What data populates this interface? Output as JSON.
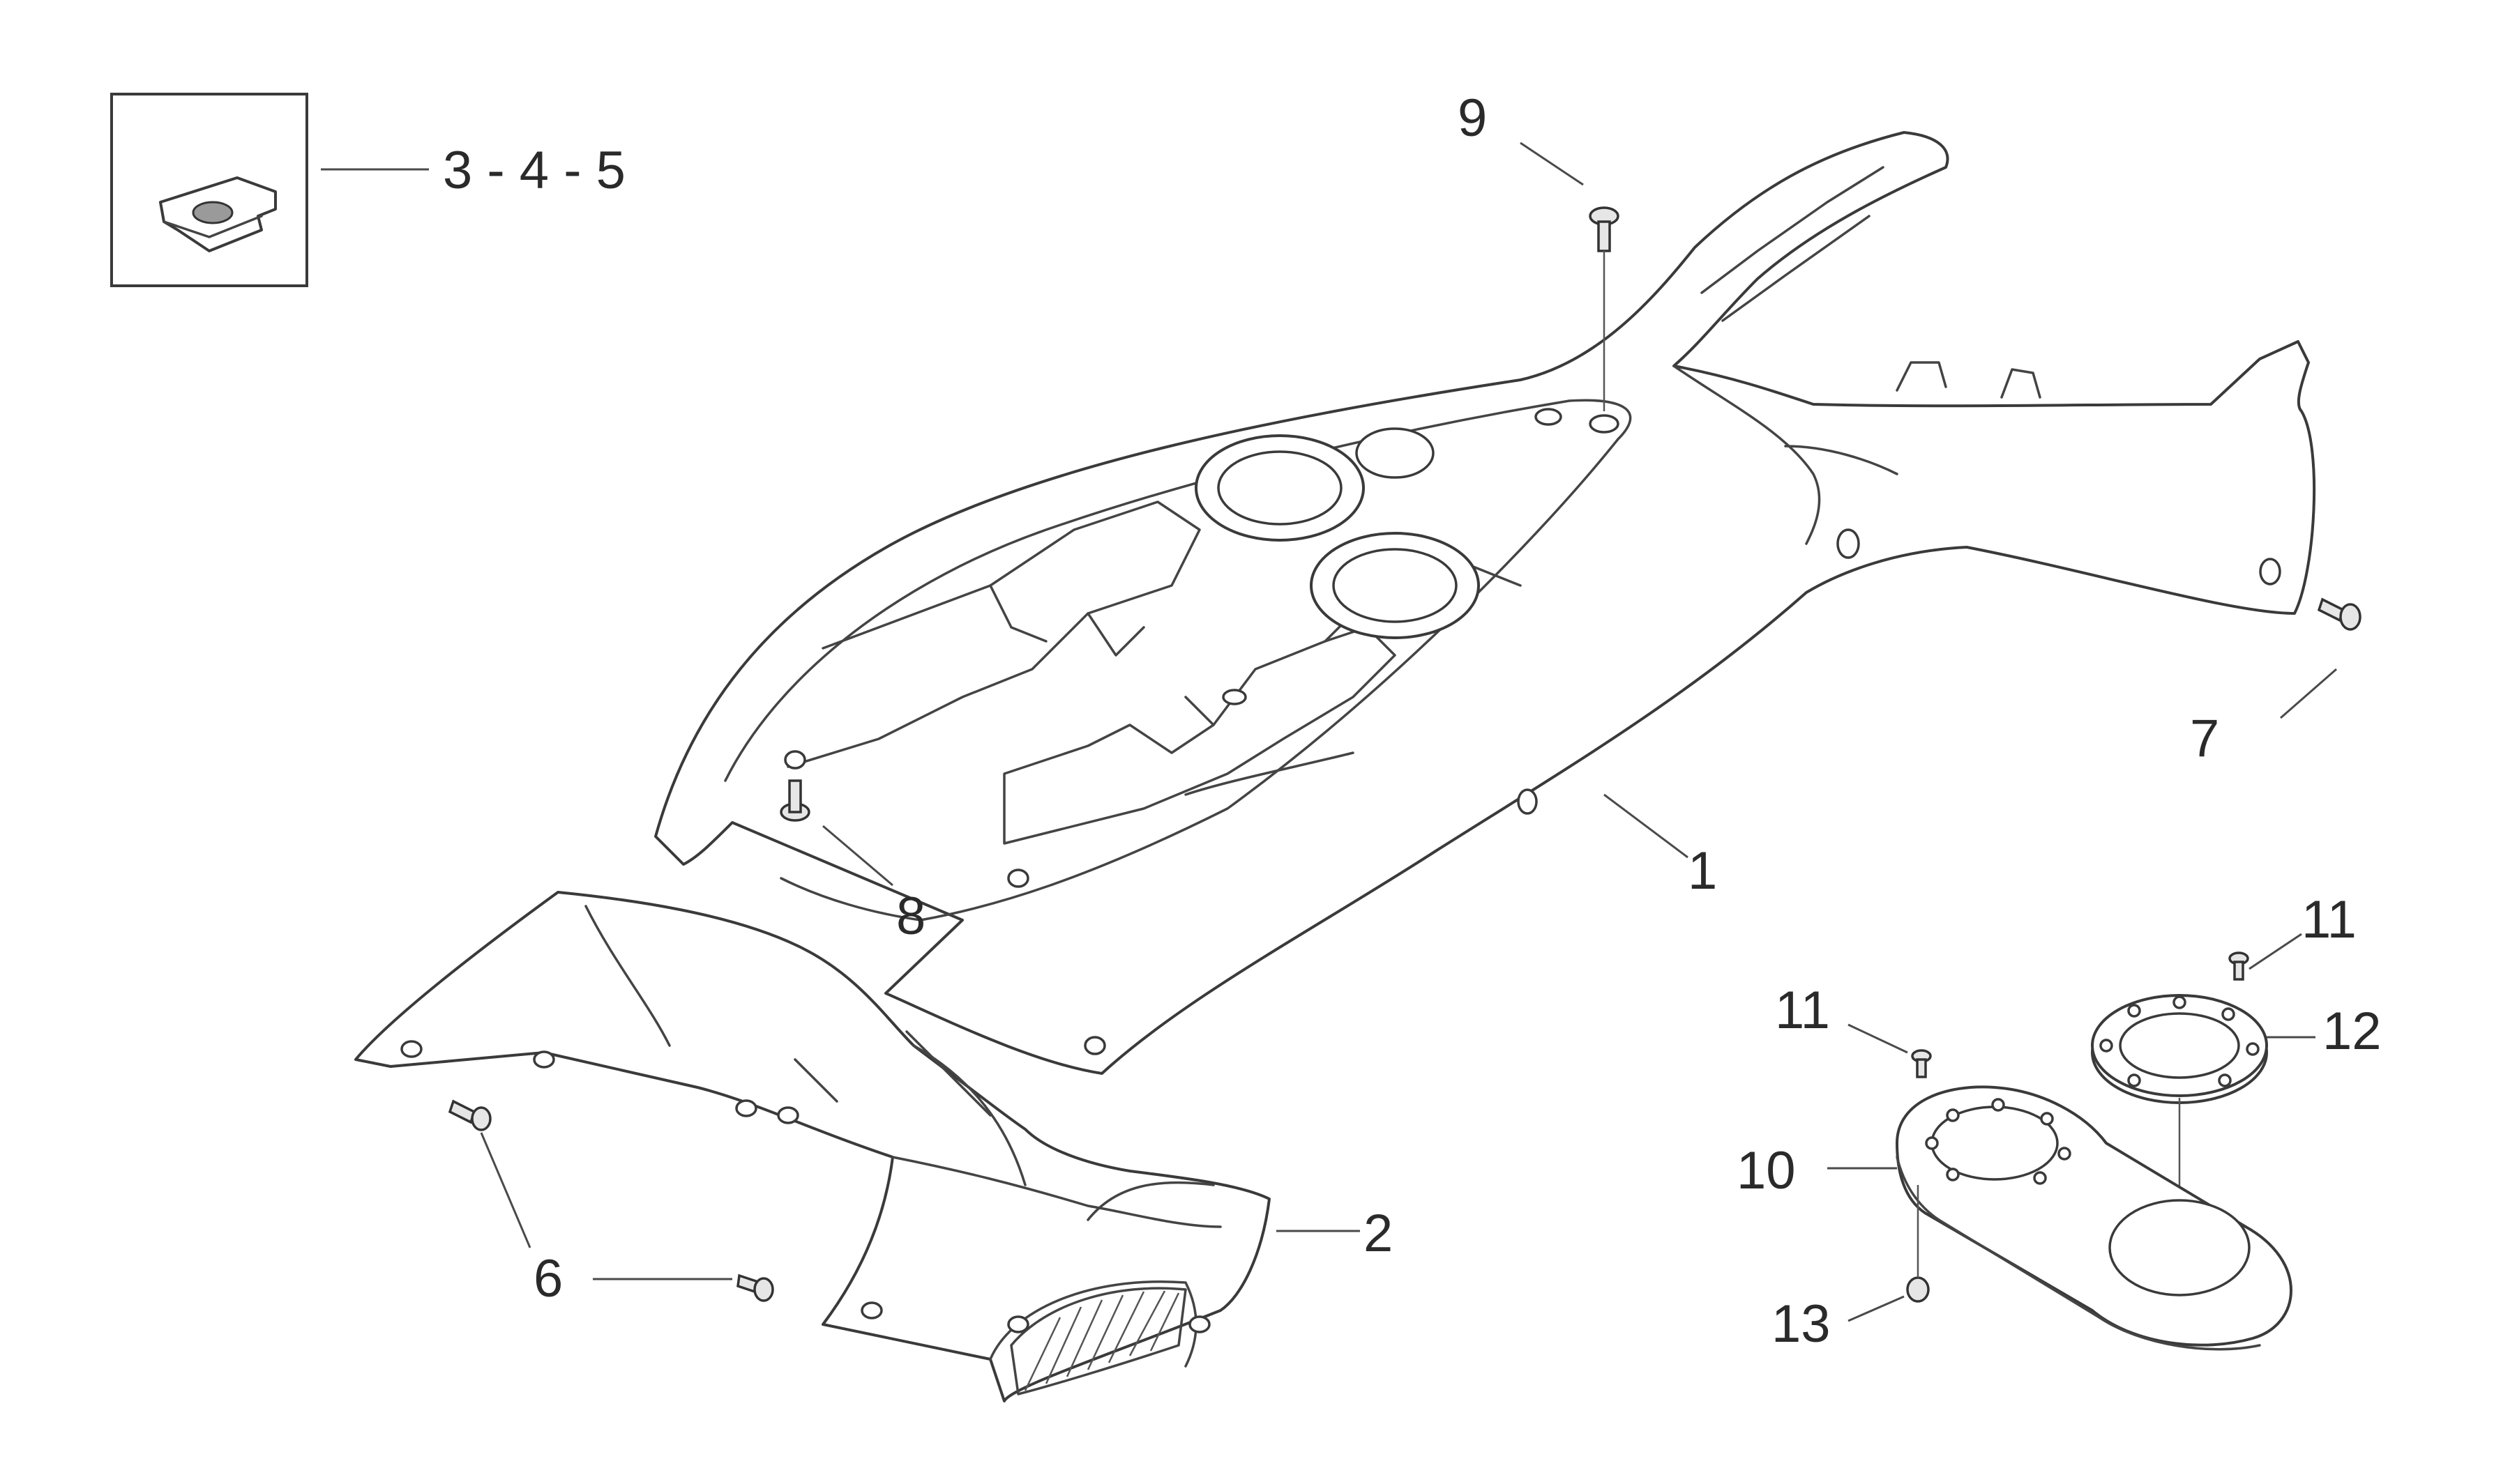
{
  "callouts": {
    "c345": "3 - 4 - 5",
    "c9": "9",
    "c7": "7",
    "c1": "1",
    "c8": "8",
    "c2": "2",
    "c6": "6",
    "c11a": "11",
    "c11b": "11",
    "c12": "12",
    "c10": "10",
    "c13": "13"
  },
  "colors": {
    "line": "#3a3a3a",
    "background": "#ffffff"
  }
}
